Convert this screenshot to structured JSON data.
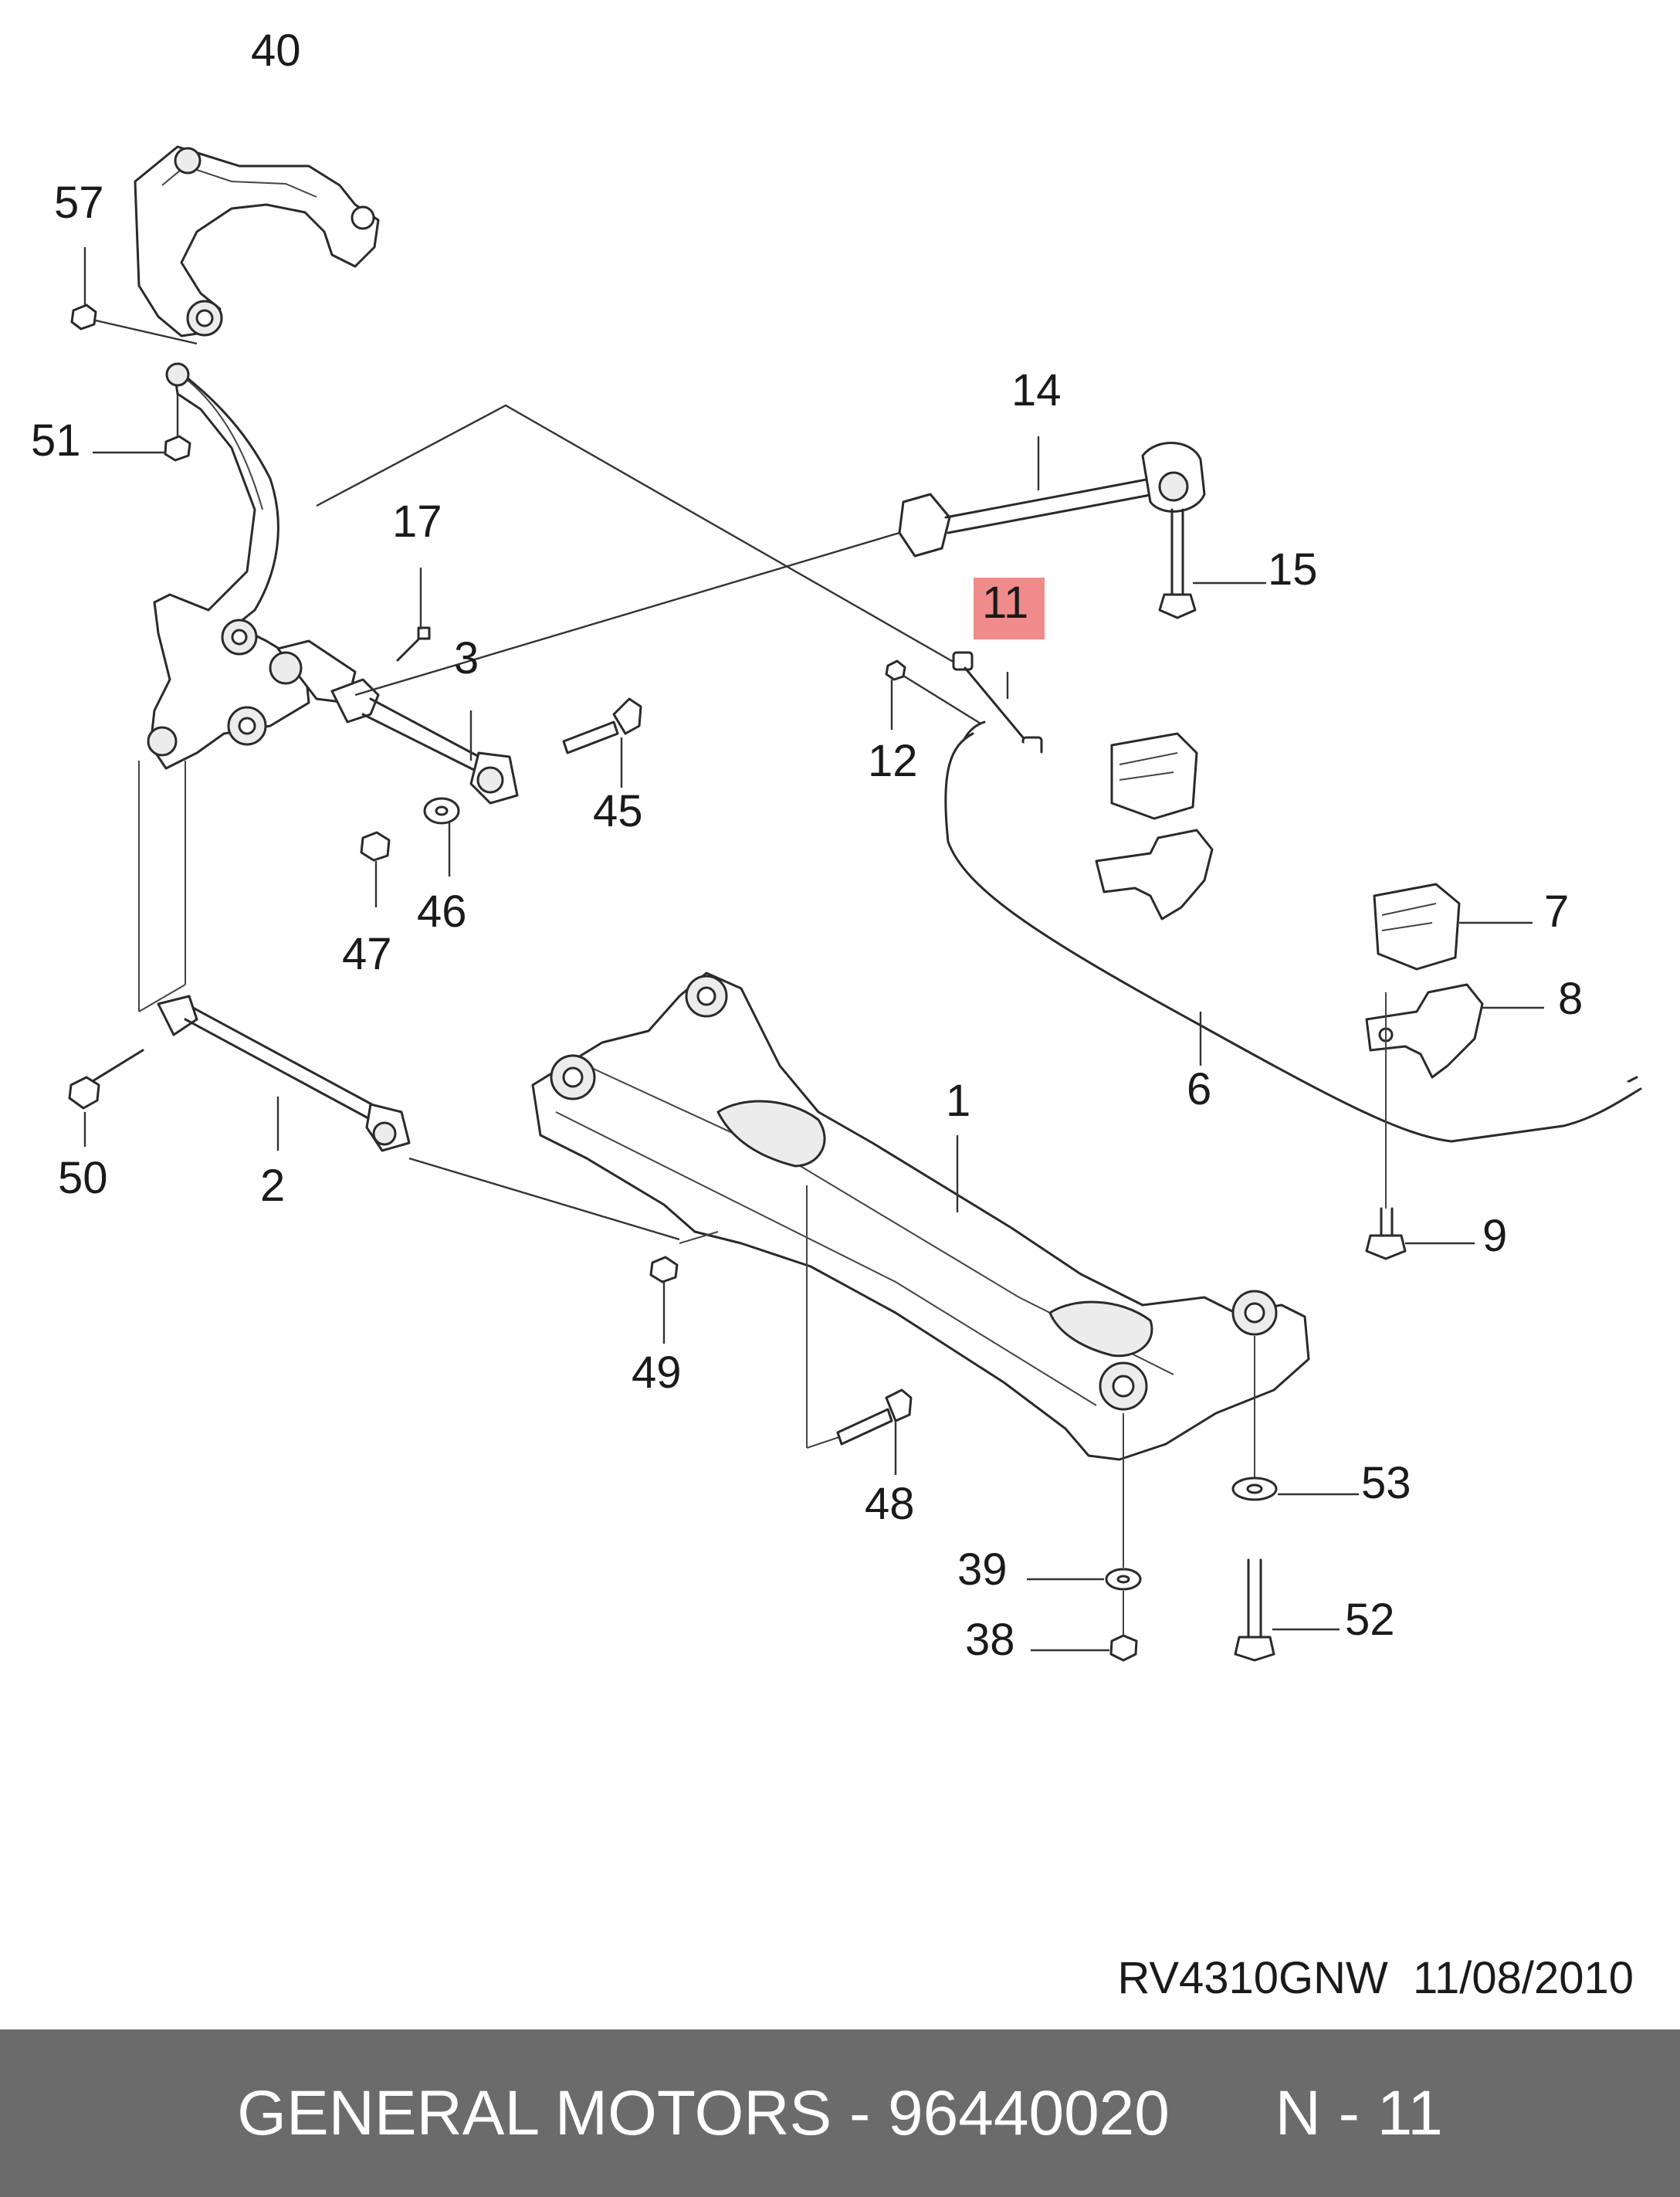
{
  "callouts": {
    "c1": "1",
    "c2": "2",
    "c3": "3",
    "c6": "6",
    "c7": "7",
    "c8": "8",
    "c9": "9",
    "c11": "11",
    "c12": "12",
    "c14": "14",
    "c15": "15",
    "c17": "17",
    "c38": "38",
    "c39": "39",
    "c40": "40",
    "c45": "45",
    "c46": "46",
    "c47": "47",
    "c48": "48",
    "c49": "49",
    "c50": "50",
    "c51": "51",
    "c52": "52",
    "c53": "53",
    "c57": "57"
  },
  "highlight": {
    "part": "11",
    "color": "#f08b8b"
  },
  "document_code": "RV4310GNW  11/08/2010",
  "footer": {
    "brand_part": "GENERAL MOTORS - 96440020",
    "page_ref": "N - 11",
    "background": "#6b6b6b"
  }
}
